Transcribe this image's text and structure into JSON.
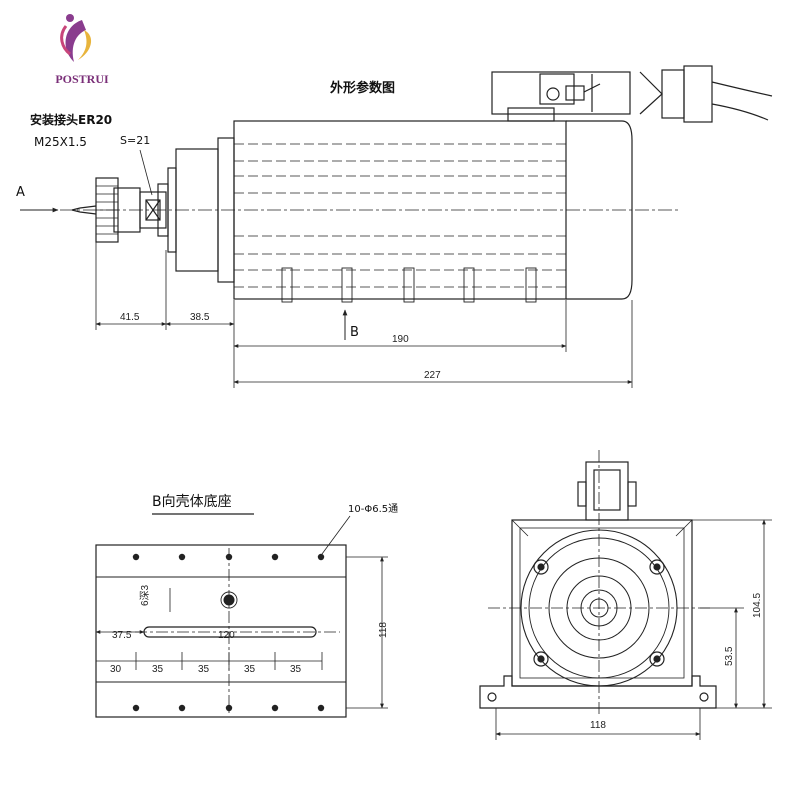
{
  "brand": {
    "name": "POSTRUI"
  },
  "side_view": {
    "title": "外形参数图",
    "collet_label": "安装接头ER20",
    "thread_label": "M25X1.5",
    "wrench_label": "S=21",
    "view_a": "A",
    "view_b": "B",
    "dims": {
      "d1": "41.5",
      "d2": "38.5",
      "d3": "190",
      "d4": "227"
    }
  },
  "base_view": {
    "title": "B向壳体底座",
    "holes_label": "10-Φ6.5通",
    "dims": {
      "depth": "6深3",
      "offset": "37.5",
      "slot": "120",
      "height": "118",
      "p1": "30",
      "p2": "35",
      "p3": "35",
      "p4": "35",
      "p5": "35"
    }
  },
  "front_view": {
    "dims": {
      "total_h": "104.5",
      "center_h": "53.5",
      "width": "118"
    }
  }
}
